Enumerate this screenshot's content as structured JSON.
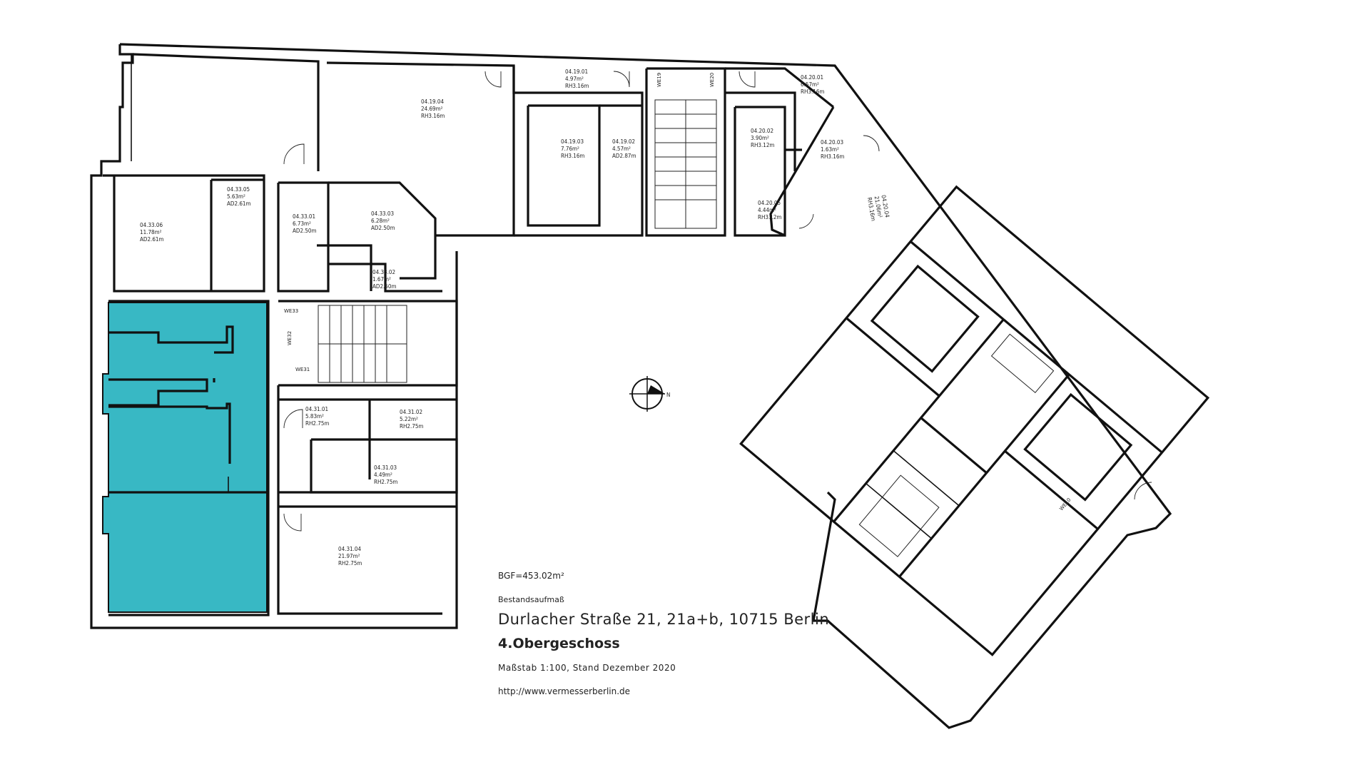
{
  "plan": {
    "bgf": "BGF=453.02m²",
    "survey_type": "Bestandsaufmaß",
    "address": "Durlacher Straße 21, 21a+b, 10715 Berlin",
    "floor": "4.Obergeschoss",
    "scale_note": "Maßstab 1:100, Stand Dezember 2020",
    "website": "http://www.vermesserberlin.de",
    "highlight_color": "#38b8c4",
    "north_label": "N"
  },
  "rooms": [
    {
      "id": "04.19.04",
      "area": "24.69m²",
      "height": "RH3.16m"
    },
    {
      "id": "04.19.01",
      "area": "4.97m²",
      "height": "RH3.16m"
    },
    {
      "id": "04.19.03",
      "area": "7.76m²",
      "height": "RH3.16m"
    },
    {
      "id": "04.19.02",
      "area": "4.57m²",
      "height": "AD2.87m"
    },
    {
      "id": "04.20.01",
      "area": "6.57m²",
      "height": "RH3.16m"
    },
    {
      "id": "04.20.02",
      "area": "3.90m²",
      "height": "RH3.12m"
    },
    {
      "id": "04.20.03",
      "area": "1.63m²",
      "height": "RH3.16m"
    },
    {
      "id": "04.20.05",
      "area": "4.44m²",
      "height": "RH3.12m"
    },
    {
      "id": "04.20.04",
      "area": "21.06m²",
      "height": "RH3.16m"
    },
    {
      "id": "04.33.05",
      "area": "5.63m²",
      "height": "AD2.61m"
    },
    {
      "id": "04.33.06",
      "area": "11.78m²",
      "height": "AD2.61m"
    },
    {
      "id": "04.33.01",
      "area": "6.73m²",
      "height": "AD2.50m"
    },
    {
      "id": "04.33.03",
      "area": "6.28m²",
      "height": "AD2.50m"
    },
    {
      "id": "04.33.02",
      "area": "1.67m²",
      "height": "AD2.50m"
    },
    {
      "id": "04.31.01",
      "area": "5.83m²",
      "height": "RH2.75m"
    },
    {
      "id": "04.31.02",
      "area": "5.22m²",
      "height": "RH2.75m"
    },
    {
      "id": "04.31.03",
      "area": "4.49m²",
      "height": "RH2.75m"
    },
    {
      "id": "04.31.04",
      "area": "21.97m²",
      "height": "RH2.75m"
    }
  ],
  "stair_labels": {
    "we33": "WE33",
    "we32": "WE32",
    "we31": "WE31",
    "we19": "WE19",
    "we20": "WE20",
    "we10": "WE10"
  }
}
